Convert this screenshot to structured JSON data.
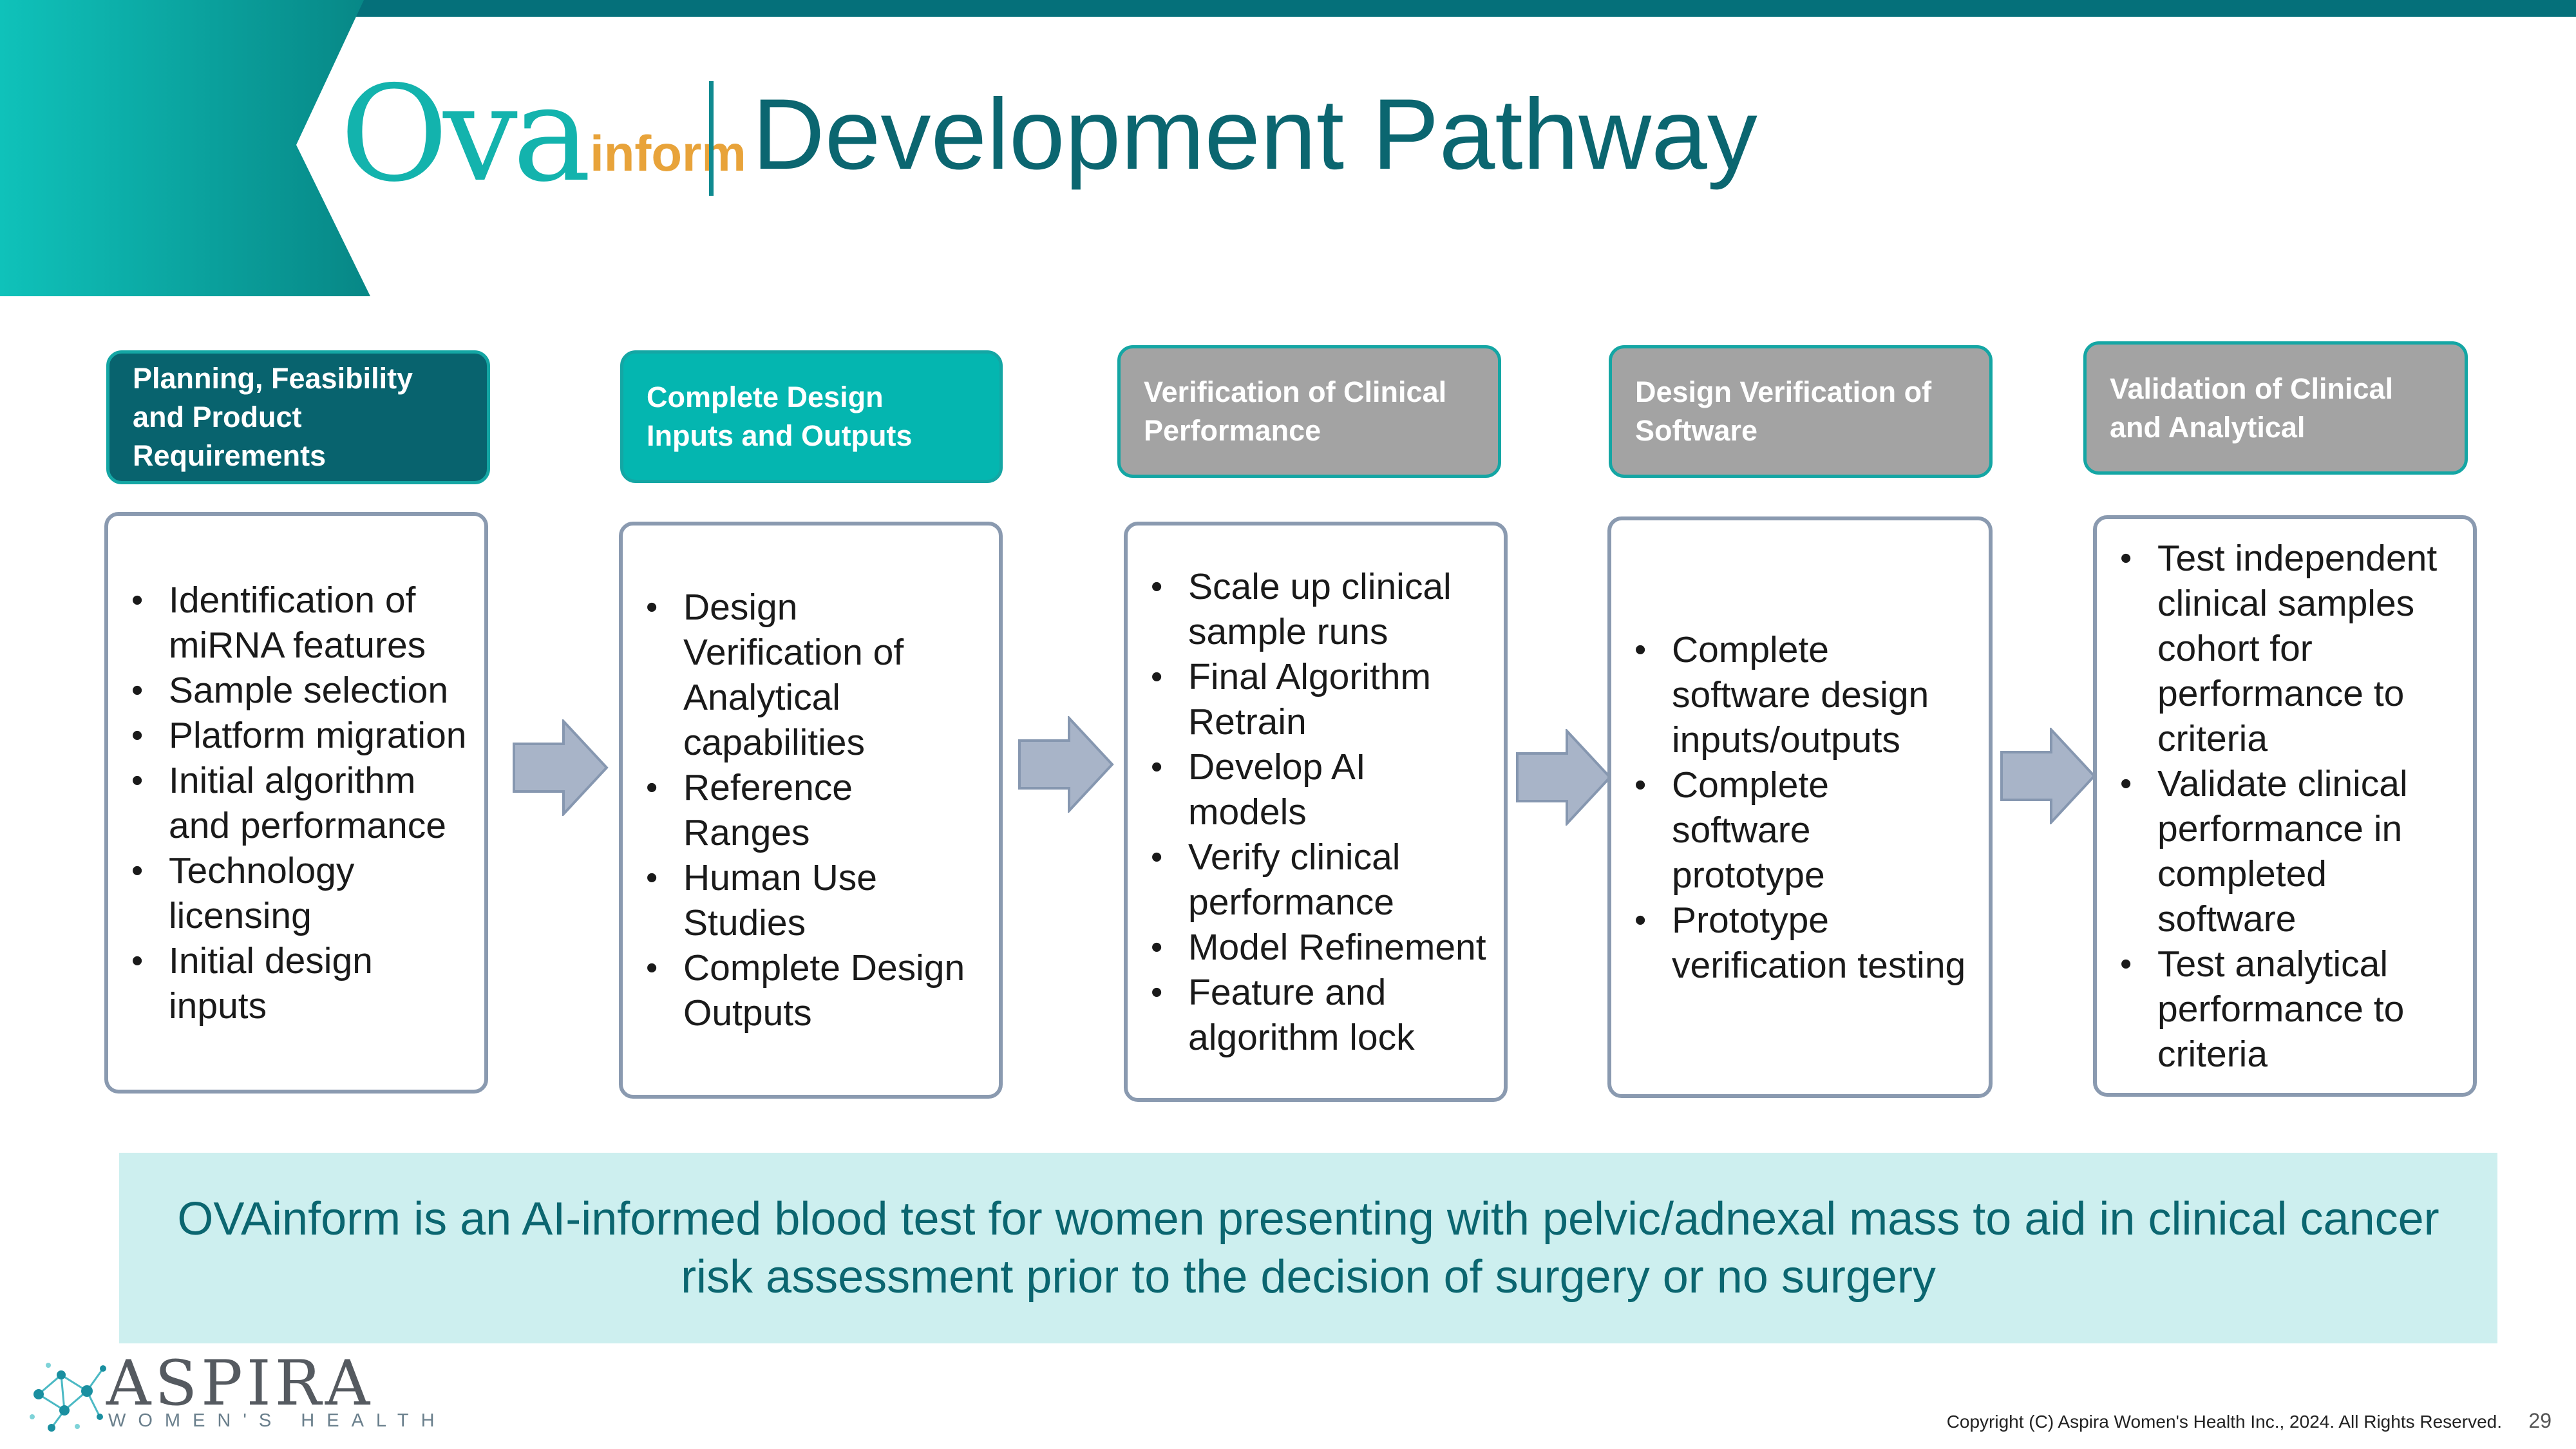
{
  "header": {
    "logo_main": "Ova",
    "logo_suffix": "inform",
    "title": "Development Pathway"
  },
  "stages": [
    {
      "header": "Planning, Feasibility and Product Requirements",
      "items": [
        "Identification of miRNA features",
        "Sample selection",
        "Platform migration",
        "Initial algorithm and performance",
        "Technology licensing",
        "Initial design inputs"
      ]
    },
    {
      "header": "Complete Design Inputs and Outputs",
      "items": [
        "Design Verification of Analytical capabilities",
        "Reference Ranges",
        "Human Use Studies",
        "Complete Design Outputs"
      ]
    },
    {
      "header": "Verification of Clinical Performance",
      "items": [
        "Scale up clinical sample runs",
        "Final Algorithm Retrain",
        "Develop AI models",
        "Verify clinical performance",
        "Model Refinement",
        "Feature and algorithm lock"
      ]
    },
    {
      "header": "Design Verification of Software",
      "items": [
        "Complete software design inputs/outputs",
        "Complete software prototype",
        "Prototype verification testing"
      ]
    },
    {
      "header": "Validation of Clinical and Analytical",
      "items": [
        "Test independent clinical samples cohort for performance to criteria",
        "Validate clinical performance in completed software",
        "Test analytical performance to criteria"
      ]
    }
  ],
  "banner": {
    "text": "OVAinform is an AI-informed blood test for women presenting with pelvic/adnexal mass to aid in clinical cancer risk assessment prior to the decision of surgery or no surgery"
  },
  "footer": {
    "company": "ASPIRA",
    "company_sub": "WOMEN'S HEALTH",
    "copyright": "Copyright (C) Aspira Women's Health Inc., 2024. All Rights Reserved.",
    "page_number": "29"
  },
  "colors": {
    "dark_teal": "#0b6670",
    "teal": "#04b6b0",
    "gray_header": "#a3a3a3",
    "box_border": "#8a9ab0",
    "arrow_fill": "#a8b4c8",
    "banner_bg": "#cdefef"
  }
}
